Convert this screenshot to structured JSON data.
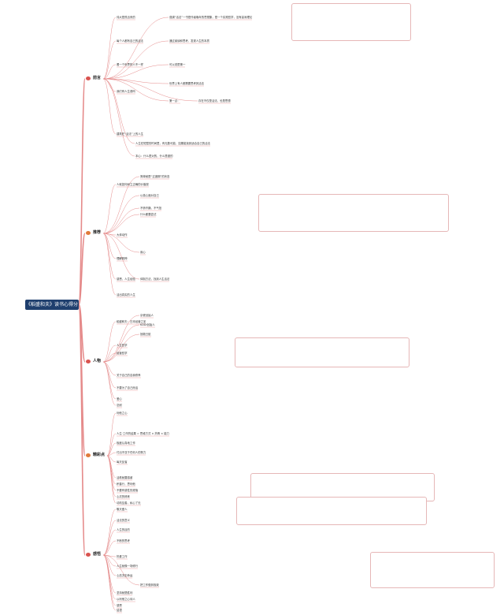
{
  "root": "《稻盛和夫》读书心得分享",
  "colors": {
    "branch": "#e58a8a",
    "root_bg": "#1f3f6e",
    "topic_icon": "#d9534f"
  },
  "topics": [
    {
      "label": "前言",
      "icon": "flag-icon"
    },
    {
      "label": "推荐",
      "icon": "thumb-icon"
    },
    {
      "label": "人物",
      "icon": "person-icon"
    },
    {
      "label": "精彩点",
      "icon": "star-icon"
    },
    {
      "label": "感悟",
      "icon": "heart-icon"
    }
  ],
  "preface": [
    "伟大是熬出来的",
    "强调“活法”一书是作者晚年的思想集，是一个实践哲学，没有高深理论",
    "每个人都有自己的活法",
    "通过阅读和思考，发现人生的本质",
    "看一个世界的人不一样",
    "可以说是第一",
    "我们有人生观吗",
    "世界上有人都需要思考其活法",
    "第一点：",
    "存在不仅是活法，也是思想"
  ],
  "recommend": [
    "建筑在“活法”上的人生",
    "人生在短暂的时间里，有无数可能，如果能找到适合自己的活法",
    "本心：什么是对的，什么是错的",
    "人就如何树立正确的价值观",
    "简单就是“过渡期”的状态",
    "以真心面对自己",
    "不骄不躁，不气馁",
    "什么都要尝试",
    "大体动作",
    "理解精神",
    "用心",
    "感恩，人生经验",
    "体制方法，找到人生活法",
    "活出真实的人生"
  ],
  "people": [
    "稻盛和夫：日本经营之圣",
    "京瓷创始人",
    "KDDI创始人",
    "拯救日航",
    "人生哲学",
    "经营哲学",
    "关于自己的自我修养",
    "不要为了自己而活",
    "爱心",
    "忍耐",
    "利他之心"
  ],
  "highlights": [
    "人生·工作的结果 = 思维方式 × 热情 × 能力",
    "极度认真地工作",
    "付出不亚于任何人的努力",
    "每天反省",
    "活着就要感谢",
    "积善行，思利他",
    "不要有感性的烦恼",
    "心灵的修炼",
    "动机至善，私心了无",
    "敬天爱人"
  ],
  "insights": [
    "活法的意义",
    "人生的目的",
    "不断的思考",
    "热爱工作",
    "人生就像一场修行",
    "心态决定命运",
    "把工作做到极致",
    "坚持就是胜利",
    "以利他之心待人",
    "感恩",
    "结语"
  ]
}
